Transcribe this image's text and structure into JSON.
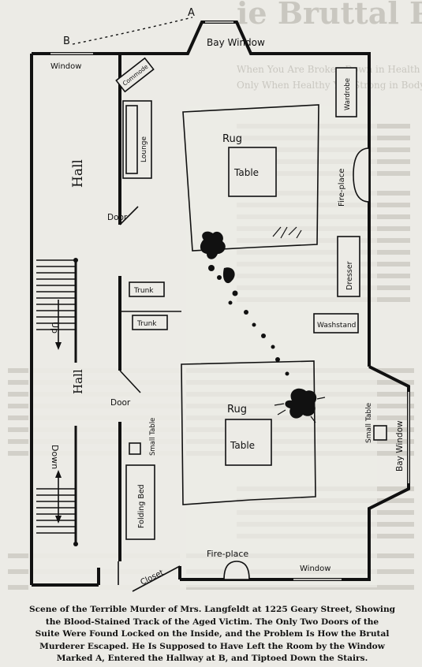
{
  "header": {
    "masthead": "ie Bruttal Power",
    "subhead_1": "When You Are Broken Down in Health You Are Weak.",
    "subhead_2": "Only When Healthy You Strong in Body and Mind."
  },
  "plan": {
    "point_a": "A",
    "point_b": "B",
    "bay_window_top": "Bay Window",
    "window_top_left": "Window",
    "commode": "Commode",
    "lounge": "Lounge",
    "wardrobe": "Wardrobe",
    "hall_upper": "Hall",
    "hall_lower": "Hall",
    "rug_1": "Rug",
    "table_1": "Table",
    "fireplace_side": "Fire-place",
    "door_upper": "Door",
    "door_lower": "Door",
    "stairs_up": "Up",
    "stairs_down": "Down",
    "trunk_1": "Trunk",
    "trunk_2": "Trunk",
    "dresser": "Dresser",
    "washstand": "Washstand",
    "rug_2": "Rug",
    "table_2": "Table",
    "small_table_left": "Small Table",
    "small_table_right": "Small Table",
    "bay_window_right": "Bay Window",
    "folding_bed": "Folding Bed",
    "closet": "Closet",
    "fireplace_bottom": "Fire-place",
    "window_bottom": "Window"
  },
  "caption": {
    "line_1": "Scene of the Terrible Murder of Mrs. Langfeldt at 1225 Geary Street, Showing",
    "line_2": "the Blood-Stained Track of the Aged Victim. The Only Two Doors of the",
    "line_3": "Suite Were Found Locked on the Inside, and the Problem Is How the Brutal",
    "line_4": "Murderer Escaped. He Is Supposed to Have Left the Room by the Window",
    "line_5": "Marked A, Entered the Hallway at B, and Tiptoed Down the Stairs."
  }
}
